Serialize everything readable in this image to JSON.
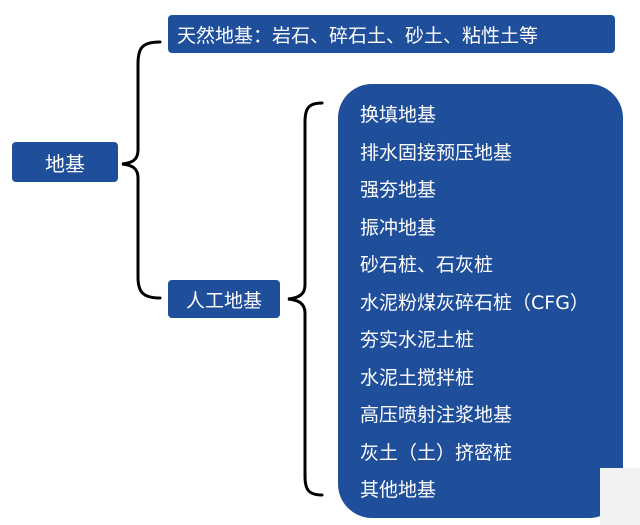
{
  "root": {
    "label": "地基"
  },
  "natural": {
    "label": "天然地基：岩石、碎石土、砂土、粘性土等"
  },
  "artificial": {
    "label": "人工地基"
  },
  "methods": [
    "换填地基",
    "排水固接预压地基",
    "强夯地基",
    "振冲地基",
    "砂石桩、石灰桩",
    "水泥粉煤灰碎石桩（CFG）",
    "夯实水泥土桩",
    "水泥土搅拌桩",
    "高压喷射注浆地基",
    "灰土（土）挤密桩",
    "其他地基"
  ],
  "colors": {
    "box_fill": "#1f4e9a",
    "text": "#ffffff",
    "brace": "#000000"
  }
}
